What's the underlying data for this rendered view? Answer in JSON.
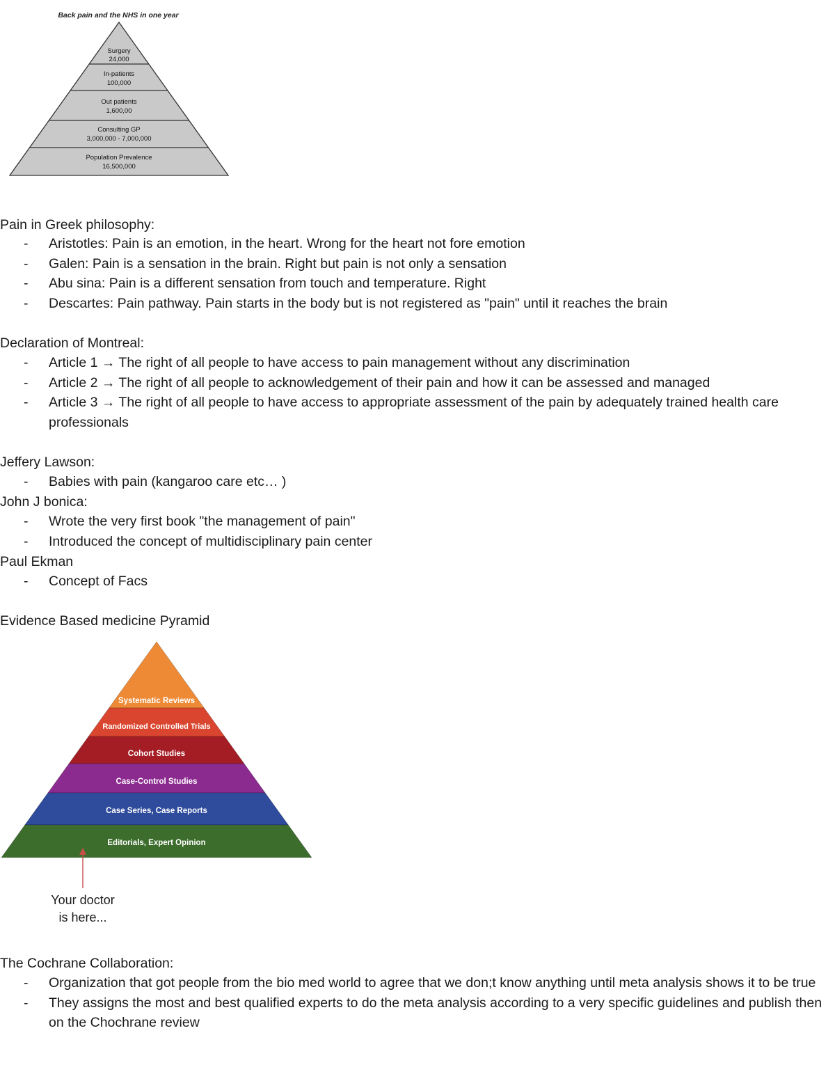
{
  "nhs_pyramid": {
    "title": "Back pain and the NHS in one year",
    "levels": [
      {
        "label": "Surgery",
        "value": "24,000"
      },
      {
        "label": "In-patients",
        "value": "100,000"
      },
      {
        "label": "Out patients",
        "value": "1,600,00"
      },
      {
        "label": "Consulting GP",
        "value": "3,000,000 - 7,000,000"
      },
      {
        "label": "Population Prevalence",
        "value": "16,500,000"
      }
    ],
    "fill_color": "#c9c9c9",
    "line_color": "#333333"
  },
  "greek": {
    "heading": "Pain in Greek philosophy:",
    "items": [
      "Aristotles: Pain is an emotion, in the heart. Wrong for the heart not fore emotion",
      "Galen: Pain is a sensation in the brain. Right but pain is not only a sensation",
      "Abu sina: Pain is a different sensation from touch and temperature. Right",
      "Descartes: Pain pathway. Pain starts in the body but is not registered as \"pain\" until it reaches the brain"
    ]
  },
  "montreal": {
    "heading": "Declaration of Montreal:",
    "items": [
      "Article 1 → The right of all people to have access to pain management without any discrimination",
      "Article 2 → The right of all people to acknowledgement of their pain and how it can be assessed and managed",
      "Article 3 → The right of all people to have access to appropriate assessment of the pain by adequately trained health care professionals"
    ]
  },
  "lawson": {
    "heading": "Jeffery Lawson:",
    "items": [
      "Babies with pain (kangaroo care etc… )"
    ]
  },
  "bonica": {
    "heading": "John J bonica:",
    "items": [
      "Wrote the very first book \"the management of pain\"",
      "Introduced the concept of multidisciplinary pain center"
    ]
  },
  "ekman": {
    "heading": "Paul Ekman",
    "items": [
      "Concept of Facs"
    ]
  },
  "ebm": {
    "heading": "Evidence Based medicine Pyramid",
    "levels": [
      {
        "label": "Systematic Reviews",
        "color": "#ee8a35"
      },
      {
        "label": "Randomized Controlled Trials",
        "color": "#d9452e"
      },
      {
        "label": "Cohort Studies",
        "color": "#a51d24"
      },
      {
        "label": "Case-Control Studies",
        "color": "#8b2a8f"
      },
      {
        "label": "Case Series, Case Reports",
        "color": "#2e4b9c"
      },
      {
        "label": "Editorials, Expert Opinion",
        "color": "#3c6d2d"
      }
    ],
    "pointer_color": "#c8504a",
    "caption_line1": "Your doctor",
    "caption_line2": "is here..."
  },
  "cochrane": {
    "heading": "The Cochrane Collaboration:",
    "items": [
      "Organization that got people from the bio med world to agree that we don;t know anything until meta analysis shows it to be true",
      "They assigns the most and best qualified experts to do the meta analysis according to a very specific guidelines and publish then on the Chochrane review"
    ]
  },
  "bullet_marker": "-"
}
